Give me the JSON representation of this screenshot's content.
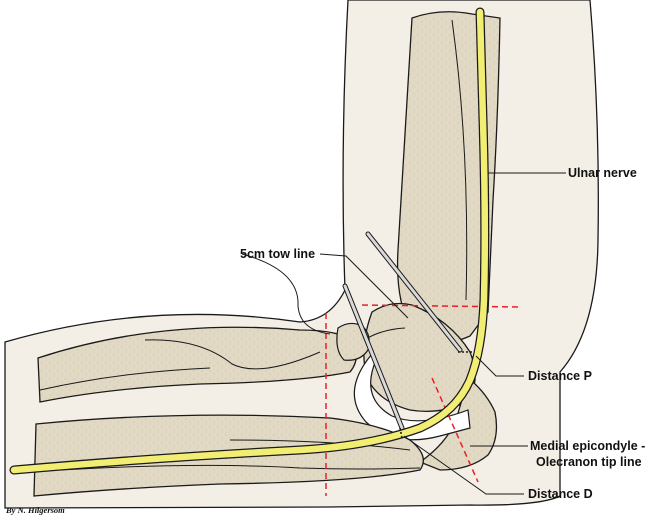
{
  "labels": {
    "ulnar_nerve": "Ulnar nerve",
    "tow_line": "5cm tow line",
    "distance_p": "Distance P",
    "epicondyle_line_1": "Medial epicondyle -",
    "epicondyle_line_2": "Olecranon tip line",
    "distance_d": "Distance D",
    "credit": "By N. Hilgersom"
  },
  "colors": {
    "skin": "#f4efe6",
    "bone": "#e2d9c5",
    "bone_dark": "#d3c8ae",
    "nerve": "#f2ee74",
    "nerve_outline": "#1a1a1a",
    "dashed_line": "#e8202a",
    "outline": "#1a1a1a"
  }
}
